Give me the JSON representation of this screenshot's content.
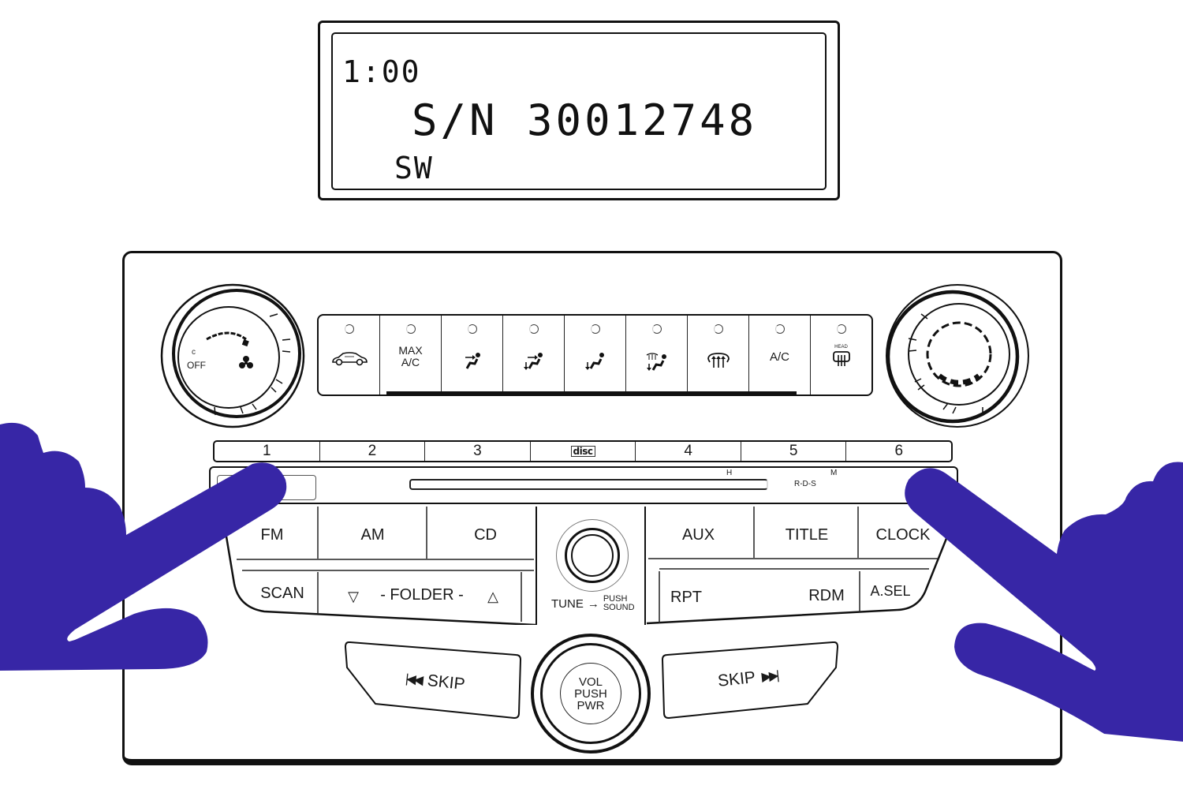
{
  "display": {
    "time": "1:00",
    "main_text": "S/N 30012748",
    "band": "SW"
  },
  "climate": {
    "fan_knob": {
      "off_label": "OFF",
      "icon": "fan-icon"
    },
    "temp_knob": {
      "icon": "temperature-dial-icon"
    },
    "buttons": [
      {
        "label": "",
        "icon": "recirculation-car-icon"
      },
      {
        "label": "MAX\nA/C",
        "icon": ""
      },
      {
        "label": "",
        "icon": "vent-face-icon"
      },
      {
        "label": "",
        "icon": "vent-face-floor-icon"
      },
      {
        "label": "",
        "icon": "vent-floor-icon"
      },
      {
        "label": "",
        "icon": "vent-floor-defrost-icon"
      },
      {
        "label": "",
        "icon": "front-defrost-icon"
      },
      {
        "label": "A/C",
        "icon": ""
      },
      {
        "label": "HEAD",
        "icon": "rear-defrost-icon"
      }
    ]
  },
  "presets": [
    "1",
    "2",
    "3",
    "disc",
    "4",
    "5",
    "6"
  ],
  "indicators": {
    "h": "H",
    "m": "M",
    "rds": "R-D-S"
  },
  "buttons": {
    "fm": "FM",
    "am": "AM",
    "cd": "CD",
    "scan": "SCAN",
    "folder": "- FOLDER -",
    "folder_down": "▽",
    "folder_up": "△",
    "aux": "AUX",
    "title": "TITLE",
    "clock": "CLOCK",
    "rpt": "RPT",
    "rdm": "RDM",
    "asel": "A.SEL",
    "tune": "TUNE",
    "tune_arrow": "→",
    "push": "PUSH",
    "sound": "SOUND",
    "skip_back": "SKIP",
    "skip_forward": "SKIP",
    "vol": "VOL",
    "vol_push": "PUSH",
    "vol_pwr": "PWR"
  },
  "colors": {
    "hand": "#3726A6",
    "outline": "#111111",
    "background": "#FFFFFF"
  }
}
